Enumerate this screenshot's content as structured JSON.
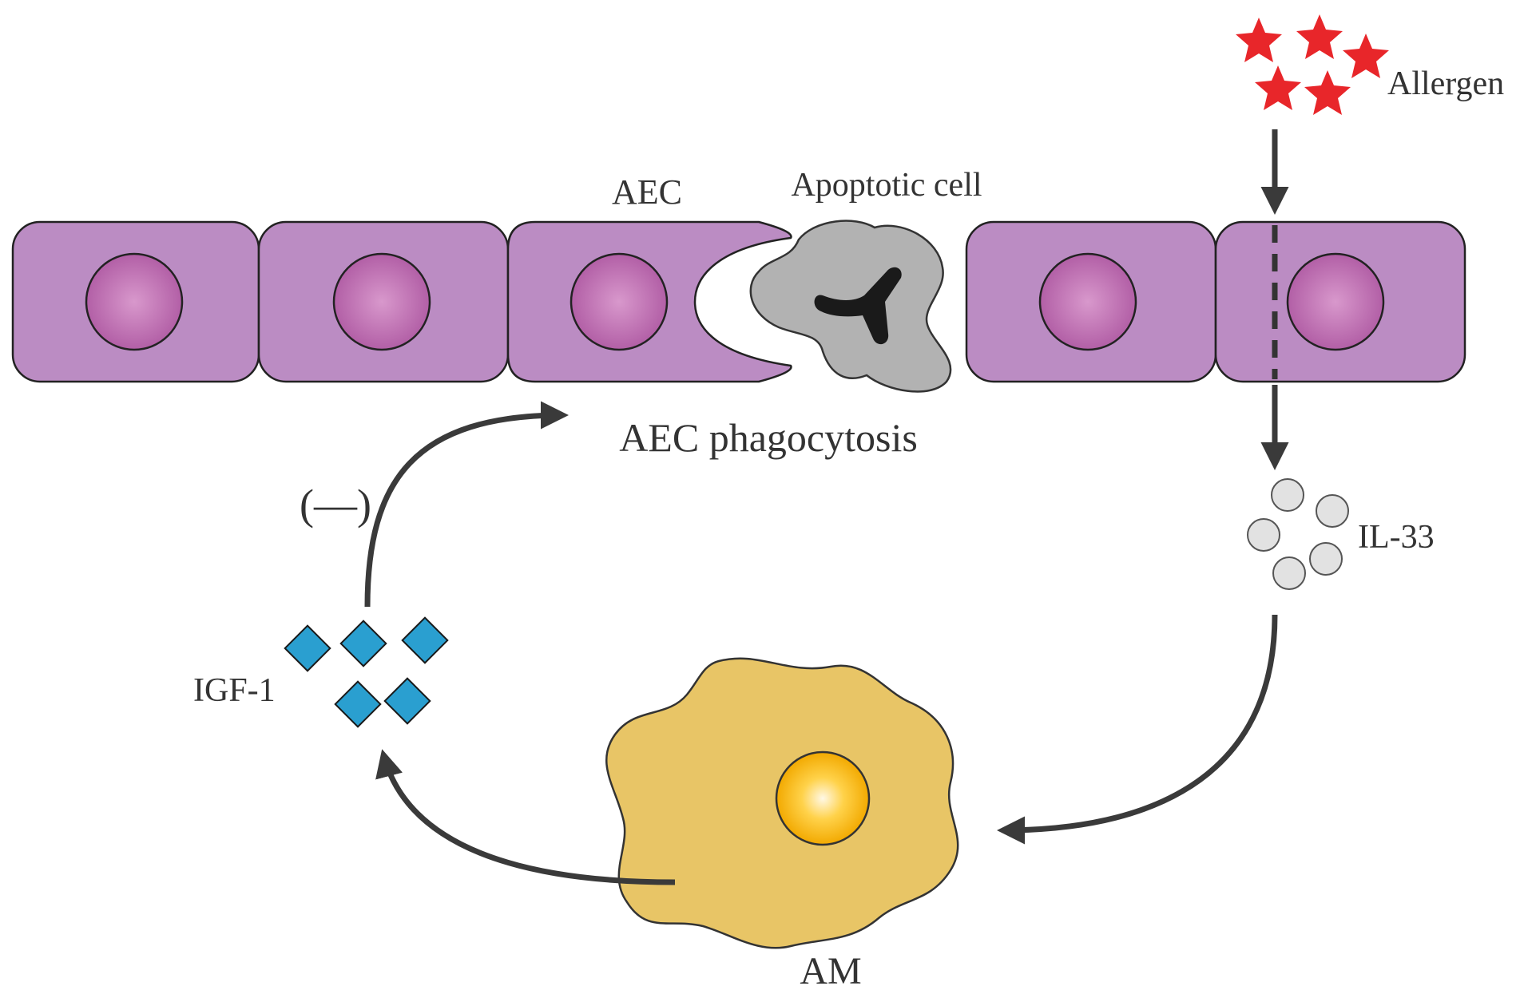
{
  "labels": {
    "allergen": "Allergen",
    "aec": "AEC",
    "apoptotic_cell": "Apoptotic cell",
    "aec_phagocytosis": "AEC phagocytosis",
    "il33": "IL-33",
    "igf1": "IGF-1",
    "inhibition": "(—)",
    "am": "AM"
  },
  "colors": {
    "epithelial_cell": "#bb8cc3",
    "nucleus": "#c77cb9",
    "apoptotic_cell": "#b0b0b0",
    "apoptotic_nucleus": "#1a1a1a",
    "allergen": "#e8262a",
    "il33": "#e2e2e2",
    "igf1": "#2a9fd0",
    "macrophage": "#e8c566",
    "macrophage_nucleus": "#f7b500",
    "arrow": "#3a3a3a"
  },
  "icons": {
    "allergen": "red-star-icon",
    "il33": "circle-icon",
    "igf1": "diamond-icon"
  }
}
